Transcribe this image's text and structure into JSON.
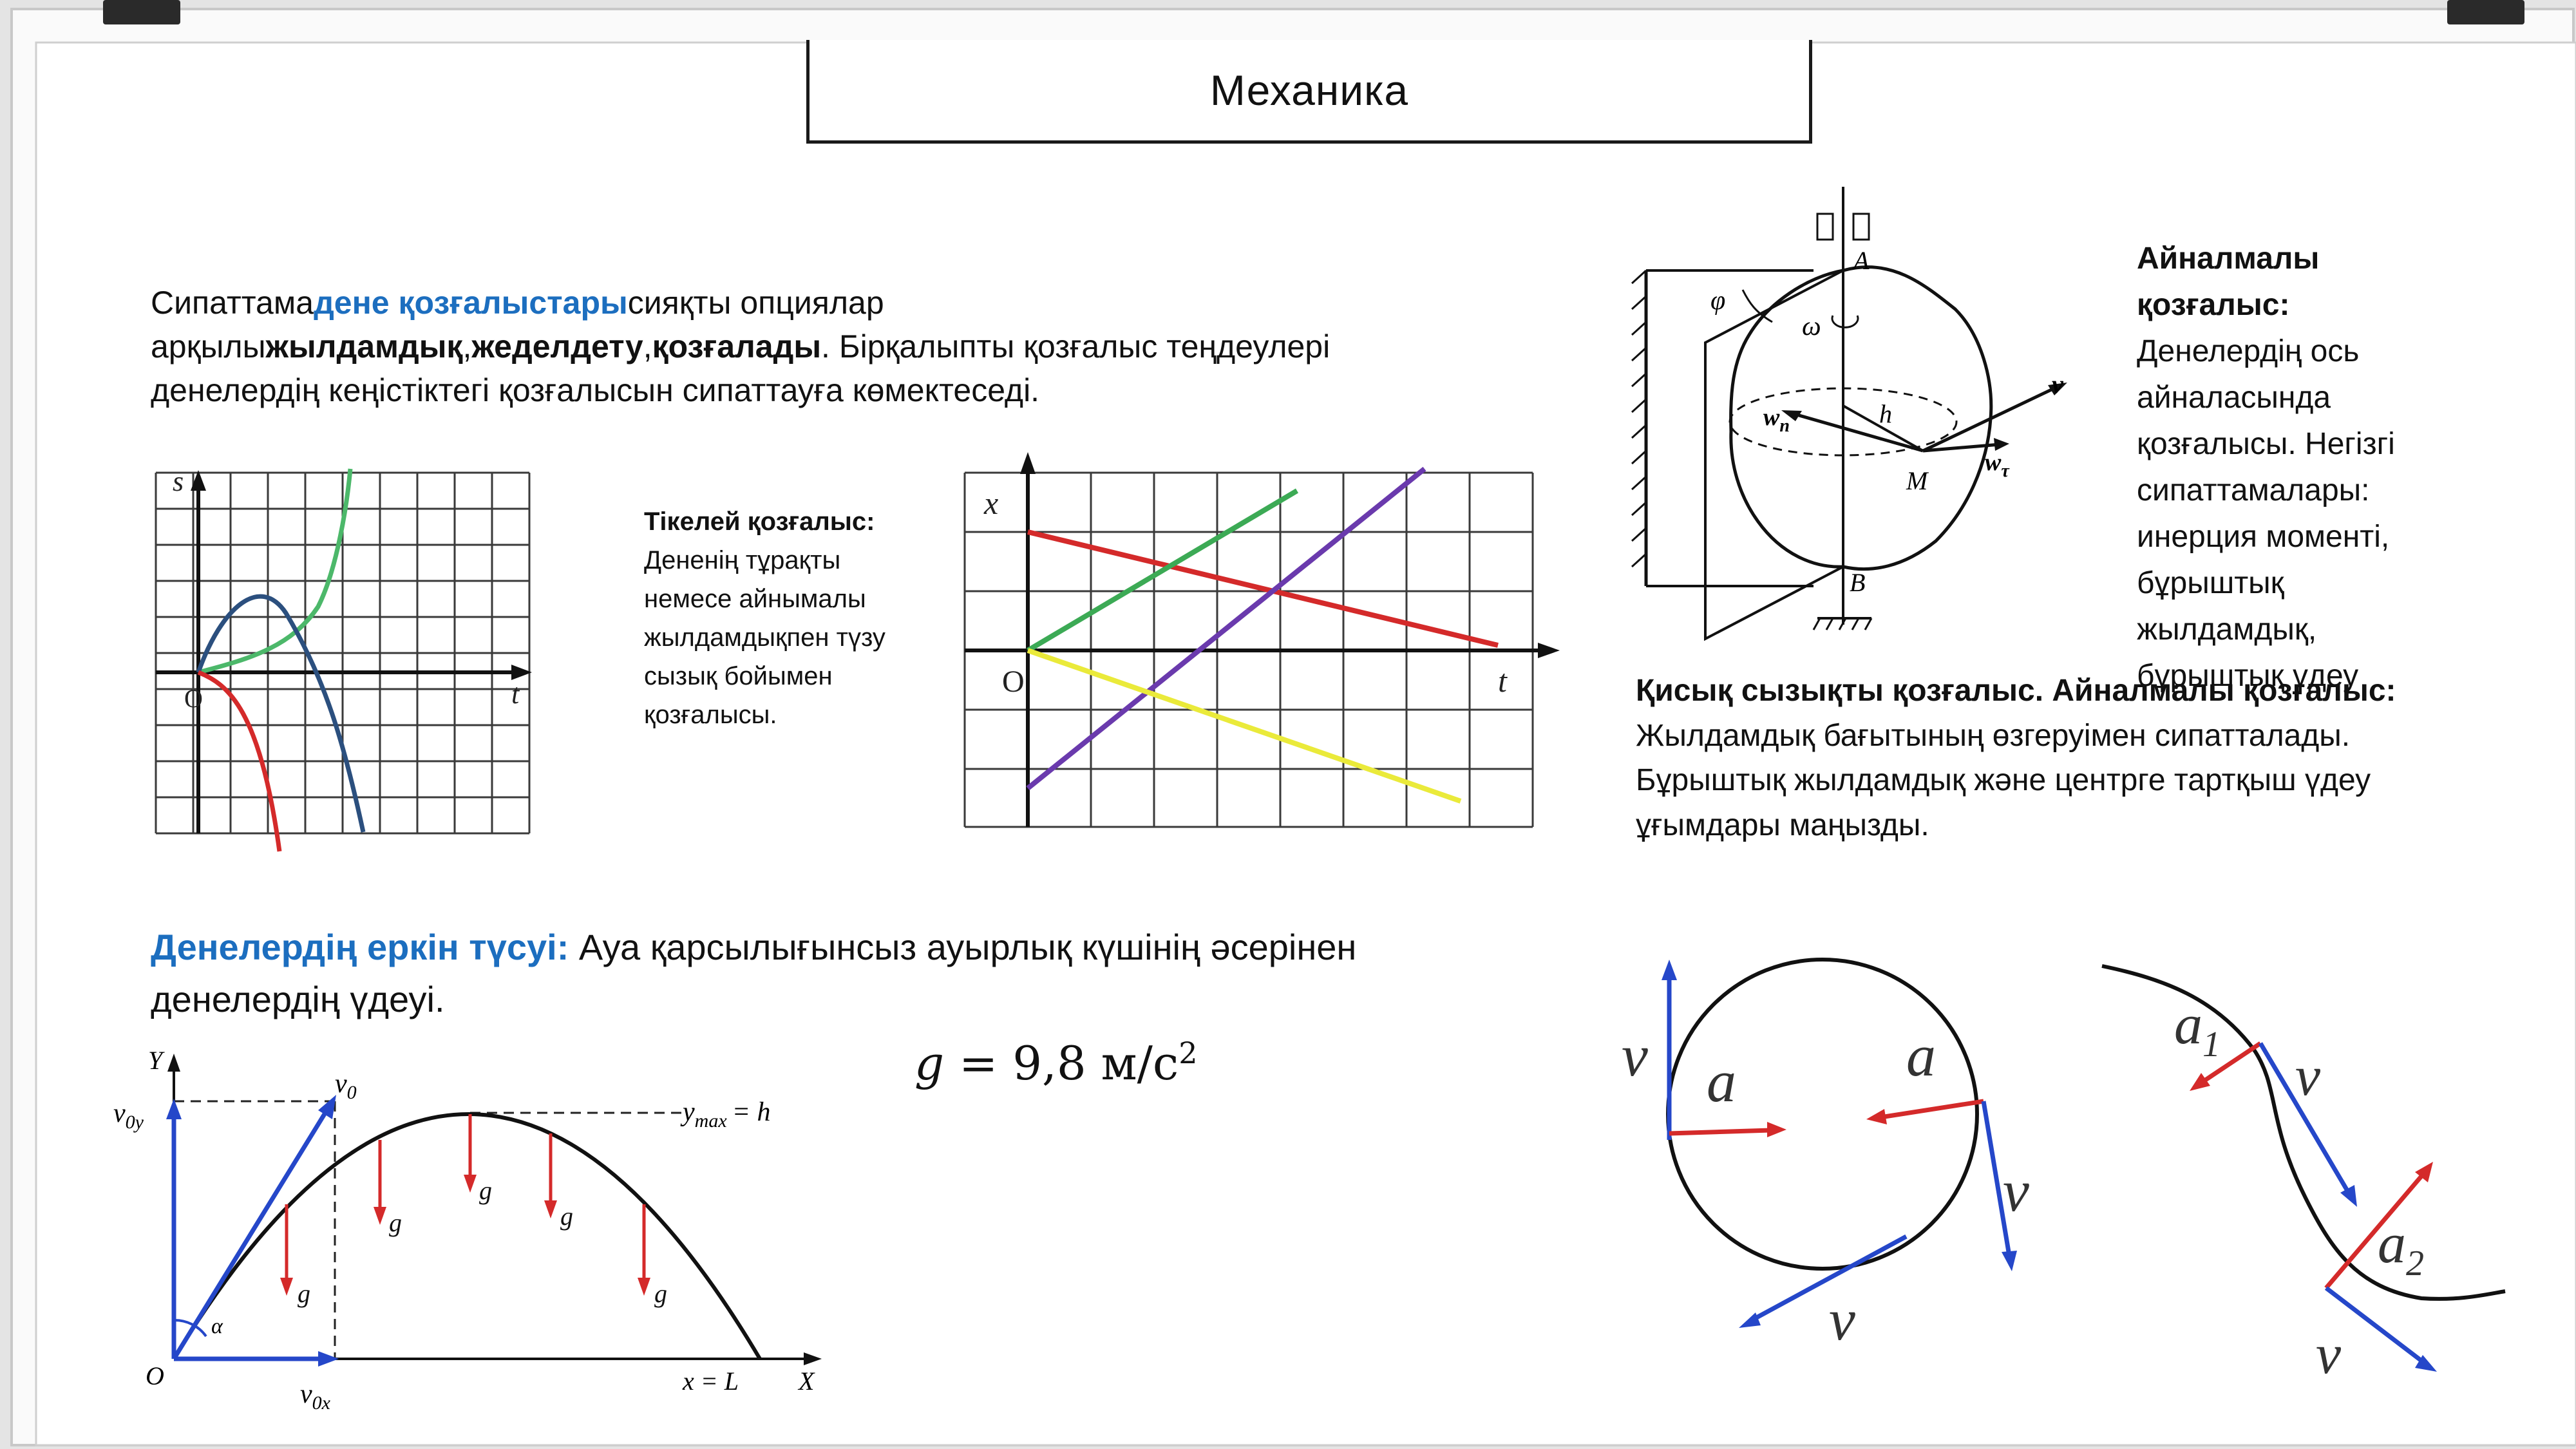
{
  "header": {
    "title": "Механика"
  },
  "intro": {
    "p1": "Сипаттама",
    "p2": "дене қозғалыстары",
    "p3": "сияқты опциялар",
    "p4": "арқылы",
    "p5": "жылдамдық",
    "p6": ",",
    "p7": "жеделдету",
    "p8": ",",
    "p9": "қозғалады",
    "p10": ". Бірқалыпты қозғалыс теңдеулері",
    "p11": "денелердің кеңістіктегі қозғалысын сипаттауға көмектеседі."
  },
  "straight": {
    "title": "Тікелей қозғалыс:",
    "desc": "Дененің тұрақты немесе айнымалы жылдамдықпен түзу сызық бойымен қозғалысы."
  },
  "rotation": {
    "title": "Айналмалы қозғалыс:",
    "desc": "Денелердің ось айналасында қозғалысы. Негізгі сипаттамалары: инерция моменті, бұрыштық жылдамдық, бұрыштық үдеу"
  },
  "curvilinear": {
    "title": "Қисық сызықты қозғалыс. Айналмалы қозғалыс:",
    "desc": "Жылдамдық бағытының өзгеруімен сипатталады. Бұрыштық жылдамдық және центрге тартқыш үдеу ұғымдары маңызды."
  },
  "freefall": {
    "title": "Денелердің еркін түсуі:",
    "desc": "Ауа қарсылығынсыз ауырлық күшінің әсерінен денелердің үдеуі."
  },
  "formula": {
    "lhs": "g",
    "eq": "=",
    "value": "9,8",
    "unit": "м/с",
    "power": "2"
  },
  "graph1": {
    "y_label": "s",
    "x_label": "t",
    "origin": "O"
  },
  "graph2": {
    "y_label": "x",
    "x_label": "t",
    "origin": "O"
  },
  "rotdiagram": {
    "A": "A",
    "B": "B",
    "M": "M",
    "h": "h",
    "phi": "φ",
    "omega": "ω",
    "v": "v",
    "wn": "w",
    "wn_sub": "n",
    "wt": "w",
    "wt_sub": "τ"
  },
  "projectile": {
    "Y": "Y",
    "X": "X",
    "O": "O",
    "alpha": "α",
    "v0": "v",
    "v0_sub": "0",
    "v0y": "v",
    "v0y_sub": "0y",
    "v0x": "v",
    "v0x_sub": "0x",
    "ymax": "y",
    "ymax_sub": "max",
    "ymax_rhs": "= h",
    "xL": "x = L",
    "g": "g"
  },
  "circle": {
    "v": "v",
    "a": "a"
  },
  "scurve": {
    "a1": "a",
    "a1_sub": "1",
    "a2": "a",
    "a2_sub": "2",
    "v": "v"
  },
  "colors": {
    "accent": "#1c6ebf",
    "red": "#d42a2a",
    "blue": "#2547c9",
    "green": "#3caa55",
    "purple": "#6a3aad",
    "yellow": "#eaea3a",
    "navy": "#2b4f7e"
  }
}
